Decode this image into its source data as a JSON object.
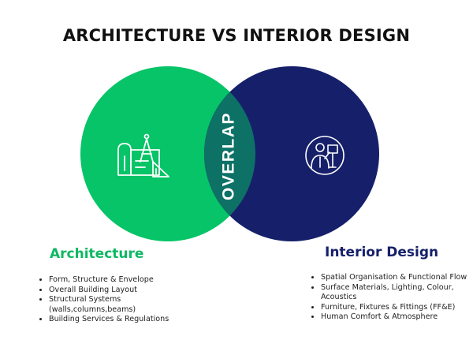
{
  "title": "ARCHITECTURE VS INTERIOR DESIGN",
  "overlap_label": "OVERLAP",
  "colors": {
    "architecture": "#06C467",
    "interior": "#16206A",
    "overlap": "#0D7166",
    "architecture_heading": "#0DB862",
    "interior_heading": "#16206A"
  },
  "architecture": {
    "heading": "Architecture",
    "icon": "blueprint-compass-icon",
    "items": [
      "Form, Structure & Envelope",
      "Overall Building Layout",
      "Structural Systems (walls,columns,beams)",
      "Building Services & Regulations"
    ]
  },
  "interior": {
    "heading": "Interior Design",
    "icon": "designer-at-easel-icon",
    "items": [
      "Spatial Organisation & Functional Flow",
      "Surface Materials, Lighting, Colour, Acoustics",
      "Furniture, Fixtures & Fittings (FF&E)",
      "Human Comfort & Atmosphere"
    ]
  }
}
